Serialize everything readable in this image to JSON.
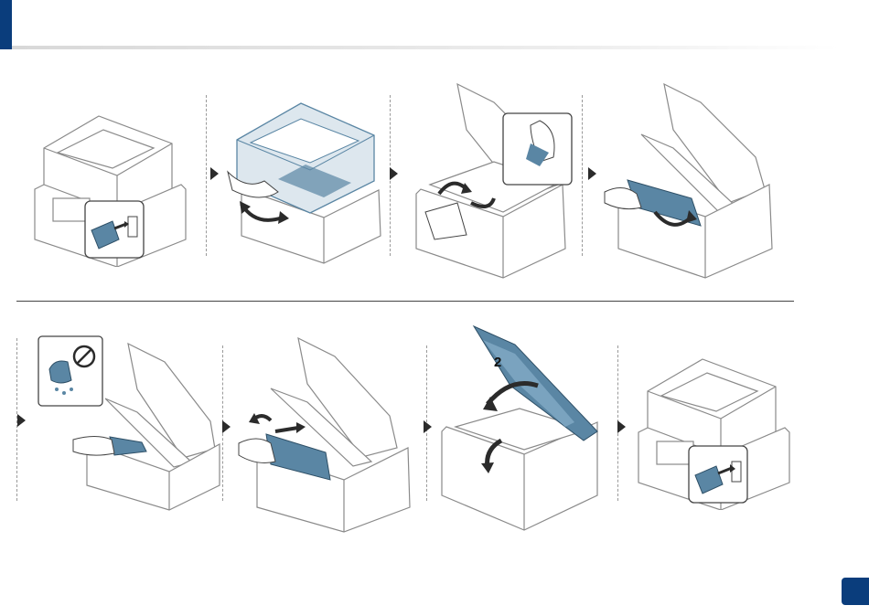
{
  "header": {
    "accent_color": "#0a3d7c",
    "rule_color": "#d8d8d8"
  },
  "illustration": {
    "printer_color": "#ffffff",
    "outline_color": "#8a8a8a",
    "highlight_color": "#5a86a4",
    "arrow_color": "#2b2b2b",
    "steps": [
      {
        "id": 1,
        "icon": "unplug-power-icon"
      },
      {
        "id": 2,
        "icon": "open-scanner-lid-icon"
      },
      {
        "id": 3,
        "icon": "open-inner-cover-icon"
      },
      {
        "id": 4,
        "icon": "remove-toner-icon"
      },
      {
        "id": 5,
        "icon": "do-not-touch-drum-icon"
      },
      {
        "id": 6,
        "icon": "insert-toner-icon"
      },
      {
        "id": 7,
        "icon": "close-cover-icon"
      },
      {
        "id": 8,
        "icon": "plug-power-icon"
      }
    ],
    "step7_label": "2"
  },
  "footer": {
    "page_number": ""
  }
}
